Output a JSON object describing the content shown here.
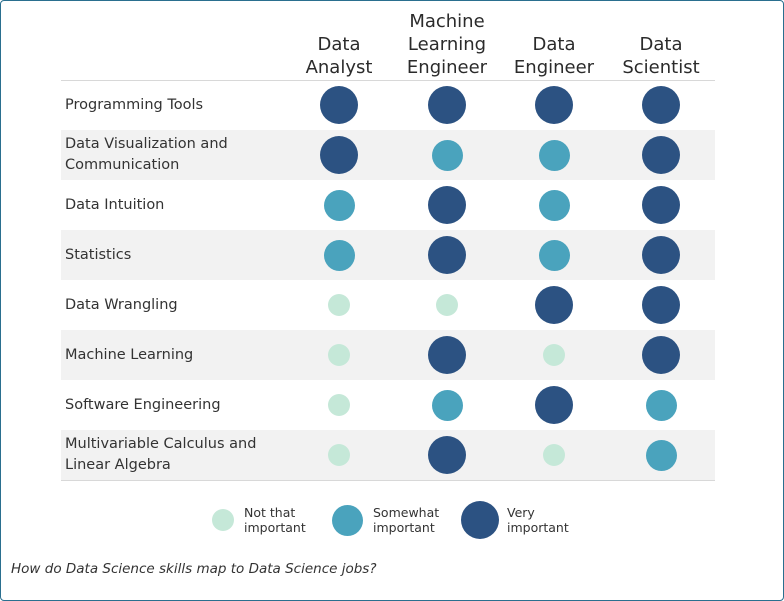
{
  "chart_data": {
    "type": "heatmap",
    "columns": [
      "Data\nAnalyst",
      "Machine\nLearning\nEngineer",
      "Data\nEngineer",
      "Data\nScientist"
    ],
    "rows": [
      {
        "label": "Programming Tools",
        "values": [
          3,
          3,
          3,
          3
        ]
      },
      {
        "label": "Data Visualization and\nCommunication",
        "values": [
          3,
          2,
          2,
          3
        ]
      },
      {
        "label": "Data Intuition",
        "values": [
          2,
          3,
          2,
          3
        ]
      },
      {
        "label": "Statistics",
        "values": [
          2,
          3,
          2,
          3
        ]
      },
      {
        "label": "Data Wrangling",
        "values": [
          1,
          1,
          3,
          3
        ]
      },
      {
        "label": "Machine Learning",
        "values": [
          1,
          3,
          1,
          3
        ]
      },
      {
        "label": "Software Engineering",
        "values": [
          1,
          2,
          3,
          2
        ]
      },
      {
        "label": "Multivariable Calculus and\nLinear Algebra",
        "values": [
          1,
          3,
          1,
          2
        ]
      }
    ],
    "levels": [
      {
        "value": 1,
        "label": "Not that\nimportant",
        "color": "#c5e8d8"
      },
      {
        "value": 2,
        "label": "Somewhat\nimportant",
        "color": "#4aa3bd"
      },
      {
        "value": 3,
        "label": "Very\nimportant",
        "color": "#2c5282"
      }
    ]
  },
  "caption": "How do Data Science skills map to Data Science jobs?"
}
